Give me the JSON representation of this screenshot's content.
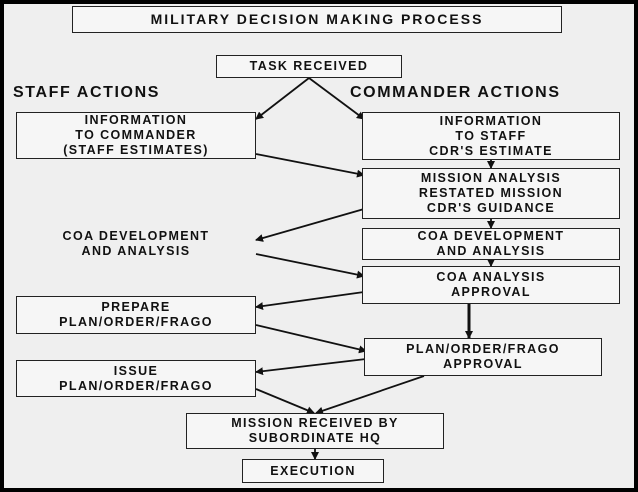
{
  "title": "MILITARY DECISION MAKING PROCESS",
  "headings": {
    "staff": "STAFF ACTIONS",
    "commander": "COMMANDER ACTIONS"
  },
  "nodes": {
    "task_received": [
      "TASK RECEIVED"
    ],
    "info_to_commander": [
      "INFORMATION",
      "TO COMMANDER",
      "(STAFF ESTIMATES)"
    ],
    "info_to_staff": [
      "INFORMATION",
      "TO STAFF",
      "CDR'S ESTIMATE"
    ],
    "mission_analysis": [
      "MISSION ANALYSIS",
      "RESTATED MISSION",
      "CDR'S GUIDANCE"
    ],
    "coa_dev_staff": [
      "COA DEVELOPMENT",
      "AND ANALYSIS"
    ],
    "coa_dev_cmdr": [
      "COA DEVELOPMENT",
      "AND ANALYSIS"
    ],
    "coa_approval": [
      "COA ANALYSIS",
      "APPROVAL"
    ],
    "prepare_plan": [
      "PREPARE",
      "PLAN/ORDER/FRAGO"
    ],
    "plan_approval": [
      "PLAN/ORDER/FRAGO",
      "APPROVAL"
    ],
    "issue_plan": [
      "ISSUE",
      "PLAN/ORDER/FRAGO"
    ],
    "mission_received": [
      "MISSION RECEIVED BY",
      "SUBORDINATE HQ"
    ],
    "execution": [
      "EXECUTION"
    ]
  },
  "edges": [
    [
      "task_received",
      "info_to_commander"
    ],
    [
      "task_received",
      "info_to_staff"
    ],
    [
      "info_to_commander",
      "mission_analysis"
    ],
    [
      "info_to_staff",
      "mission_analysis"
    ],
    [
      "mission_analysis",
      "coa_dev_staff"
    ],
    [
      "mission_analysis",
      "coa_dev_cmdr"
    ],
    [
      "coa_dev_staff",
      "coa_approval"
    ],
    [
      "coa_dev_cmdr",
      "coa_approval"
    ],
    [
      "coa_approval",
      "prepare_plan"
    ],
    [
      "coa_approval",
      "plan_approval"
    ],
    [
      "prepare_plan",
      "plan_approval"
    ],
    [
      "plan_approval",
      "issue_plan"
    ],
    [
      "issue_plan",
      "mission_received"
    ],
    [
      "plan_approval",
      "mission_received"
    ],
    [
      "mission_received",
      "execution"
    ]
  ]
}
